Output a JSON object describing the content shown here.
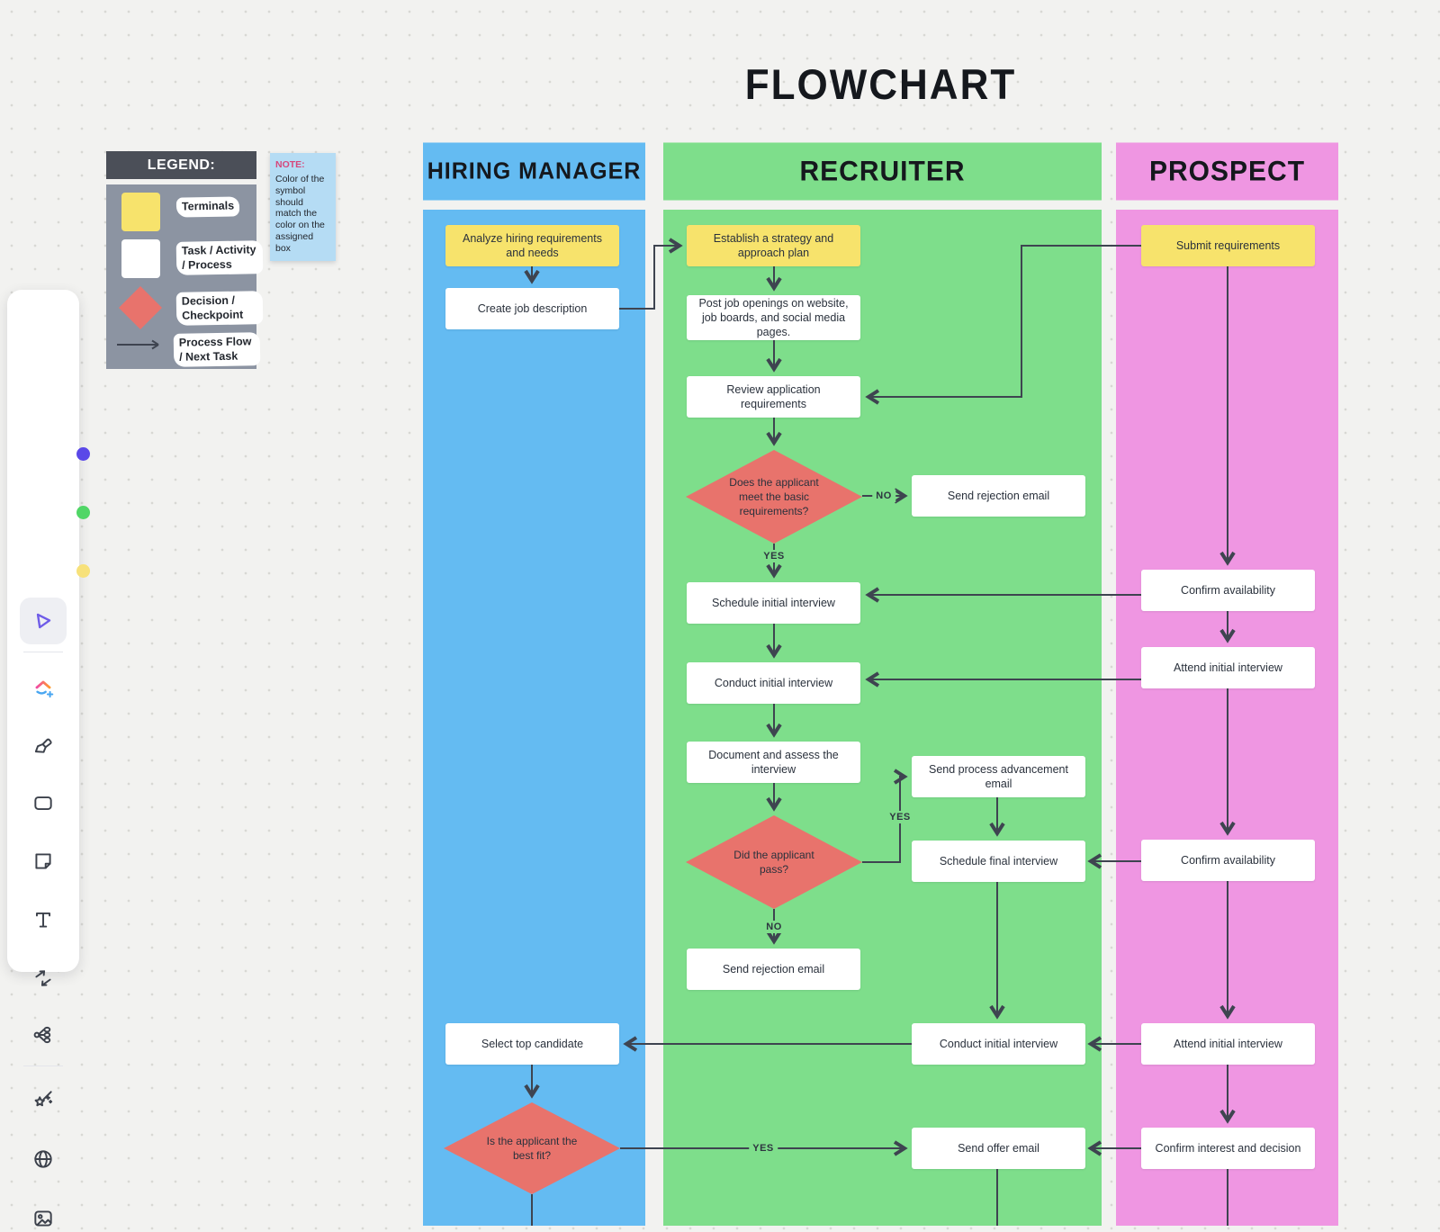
{
  "title": "FLOWCHART",
  "legend": {
    "title": "LEGEND:",
    "items": [
      {
        "symbol": "terminal-square-yellow",
        "label": "Terminals"
      },
      {
        "symbol": "process-square-white",
        "label": "Task / Activity / Process"
      },
      {
        "symbol": "decision-diamond-red",
        "label": "Decision / Checkpoint"
      },
      {
        "symbol": "flow-arrow",
        "label": "Process Flow / Next Task"
      }
    ]
  },
  "note": {
    "title": "NOTE:",
    "body": "Color of the symbol should match the color on the assigned box"
  },
  "toolbar": {
    "tools": [
      "select",
      "templates",
      "marker",
      "shape",
      "sticky-note",
      "text",
      "connector",
      "mind-map",
      "ai-assist",
      "web",
      "image"
    ],
    "active_tool": "select"
  },
  "lanes": [
    {
      "label": "HIRING MANAGER",
      "color": "#64BBF2"
    },
    {
      "label": "RECRUITER",
      "color": "#7EDE8B"
    },
    {
      "label": "PROSPECT",
      "color": "#EF96E2"
    }
  ],
  "labels": {
    "yes": "YES",
    "no": "NO"
  },
  "nodes": {
    "analyze": "Analyze hiring requirements and needs",
    "create_job": "Create job description",
    "select_top": "Select top candidate",
    "best_fit": "Is the applicant the best fit?",
    "establish": "Establish a strategy and approach plan",
    "post_jobs": "Post job openings on website, job boards, and social media pages.",
    "review_requirements": "Review application requirements",
    "meets_requirements": "Does the applicant meet the basic requirements?",
    "rejection_email_1": "Send rejection email",
    "schedule_initial": "Schedule initial interview",
    "conduct_initial_1": "Conduct initial interview",
    "document_assess": "Document and assess the interview",
    "did_pass": "Did the applicant pass?",
    "advancement_email": "Send process advancement email",
    "schedule_final": "Schedule final interview",
    "rejection_email_2": "Send rejection email",
    "conduct_initial_2": "Conduct initial interview",
    "send_offer": "Send offer email",
    "submit_requirements": "Submit requirements",
    "confirm_availability_1": "Confirm availability",
    "attend_initial_1": "Attend initial interview",
    "confirm_availability_2": "Confirm availability",
    "attend_initial_2": "Attend initial interview",
    "confirm_interest": "Confirm interest and decision"
  },
  "colors": {
    "lane_blue": "#64BBF2",
    "lane_green": "#7EDE8B",
    "lane_pink": "#EF96E2",
    "terminal_yellow": "#F7E36C",
    "decision_red": "#E8736C",
    "connector_dark": "#3E4450",
    "legend_gray": "#8C94A2",
    "legend_header_gray": "#4B4F58",
    "note_blue": "#B5DCF4",
    "note_title_pink": "#D6477C",
    "dot_purple": "#5A48E8",
    "dot_green": "#50D666",
    "dot_yellow": "#F7E17A"
  }
}
